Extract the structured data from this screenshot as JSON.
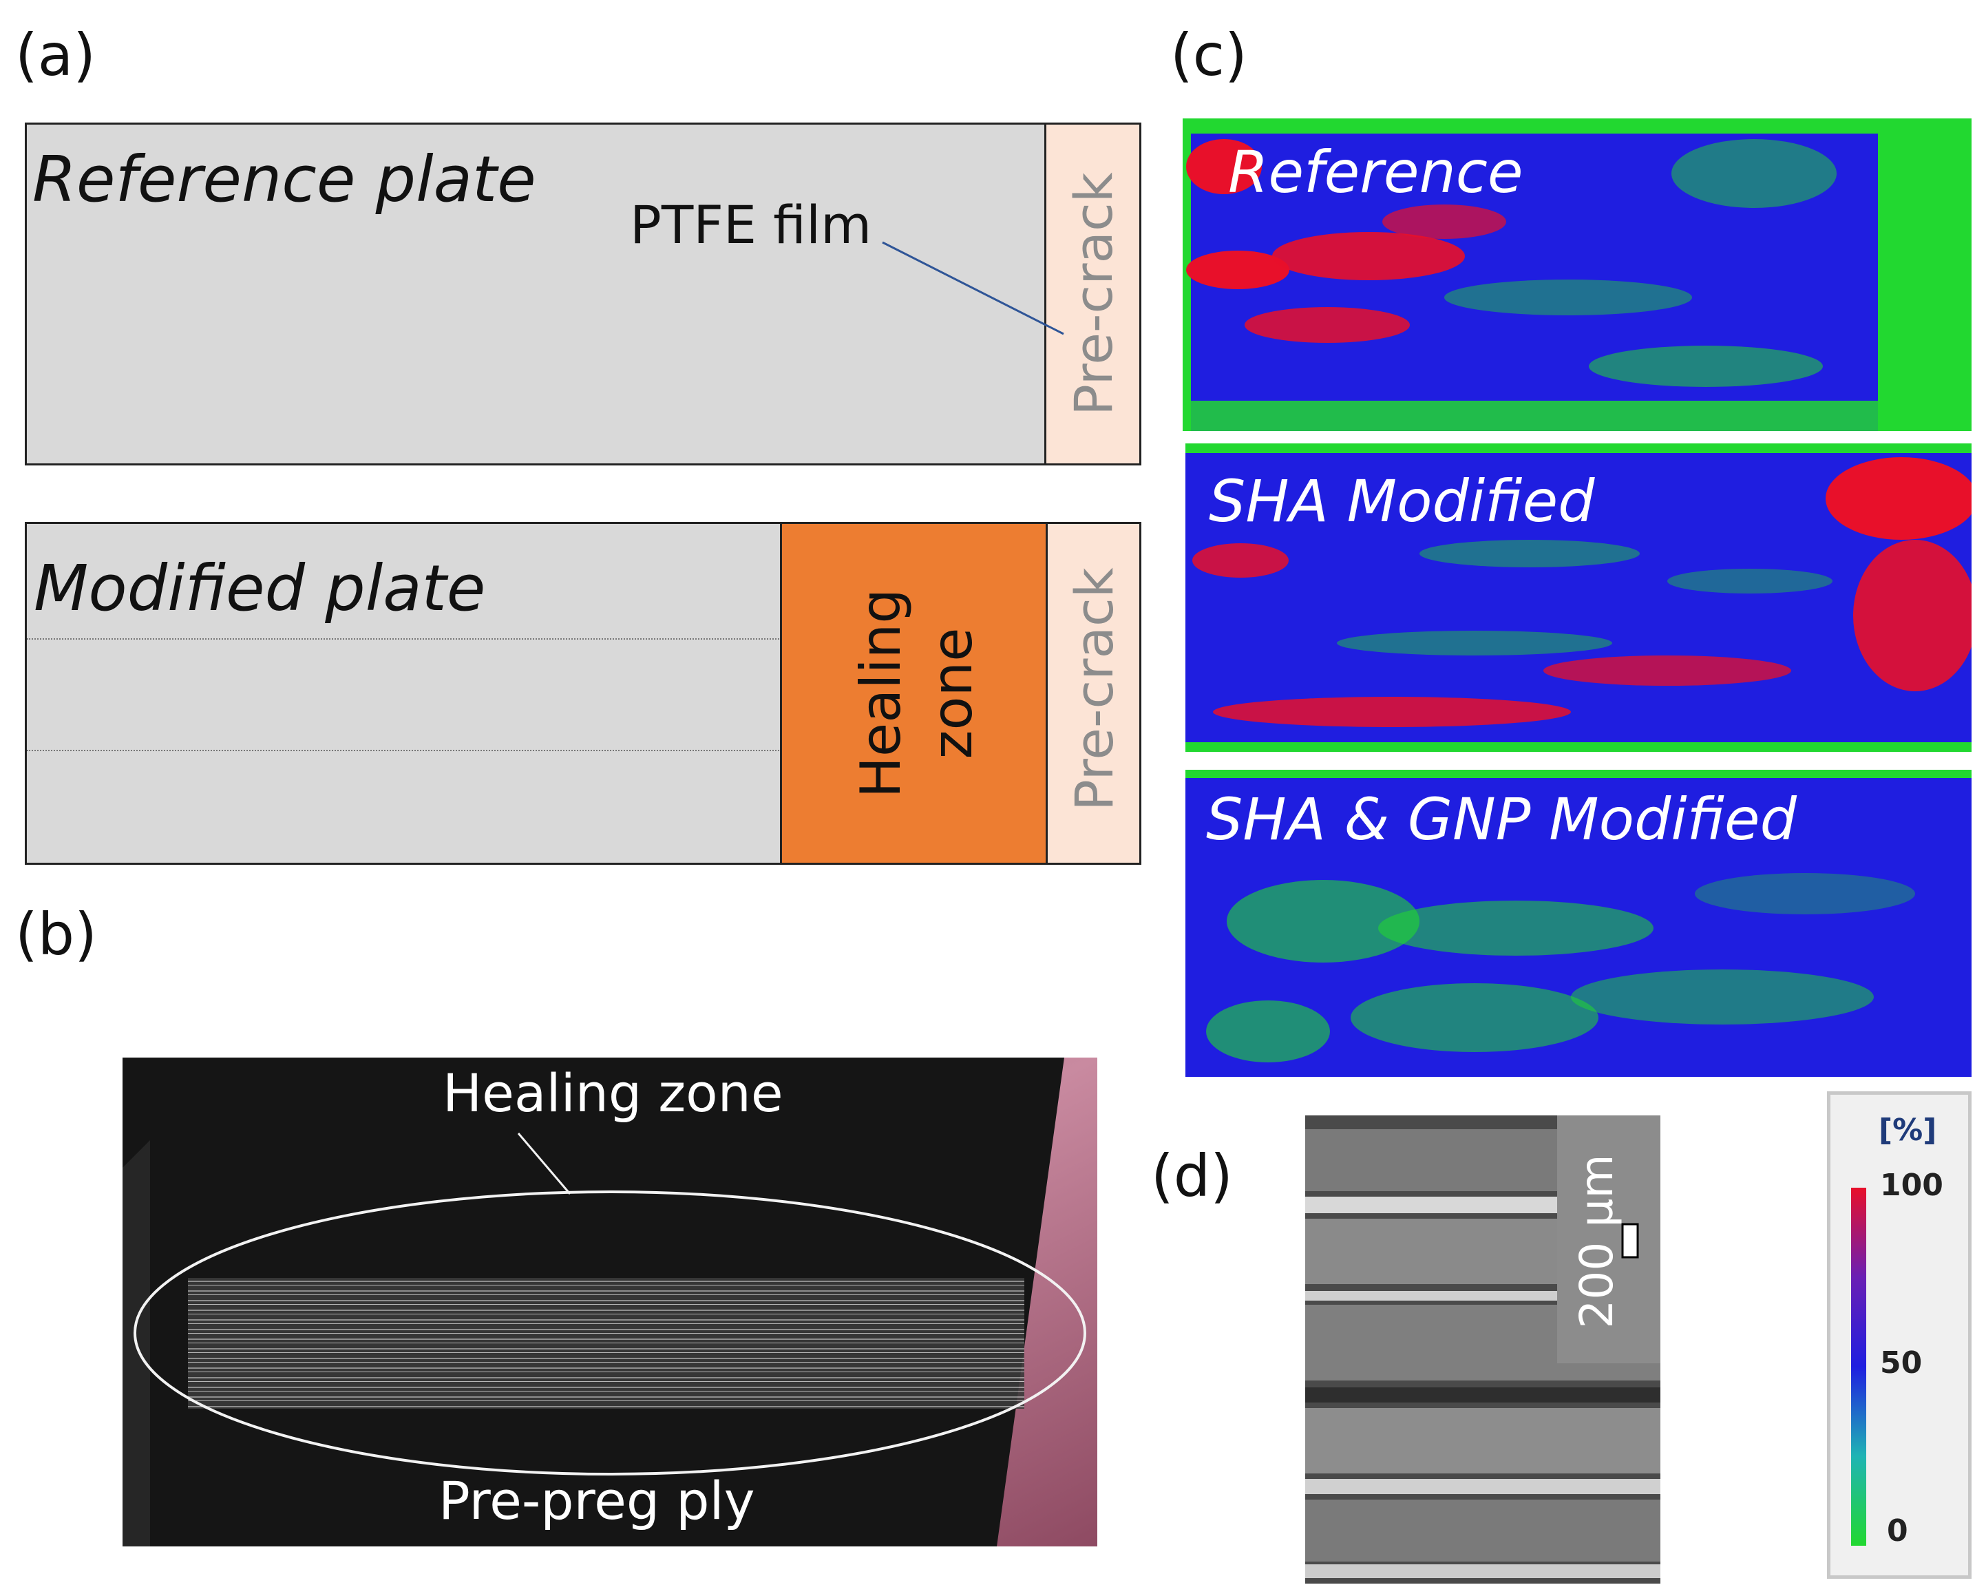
{
  "panels": {
    "a": {
      "letter": "(a)",
      "reference_plate": {
        "title": "Reference plate",
        "ptfe_label": "PTFE film",
        "precrack_label": "Pre-crack"
      },
      "modified_plate": {
        "title": "Modified plate",
        "healing_label_line1": "Healing",
        "healing_label_line2": "zone",
        "precrack_label": "Pre-crack"
      }
    },
    "b": {
      "letter": "(b)",
      "healing_zone_label": "Healing zone",
      "prepreg_label": "Pre-preg ply"
    },
    "c": {
      "letter": "(c)",
      "maps": [
        {
          "label": "Reference"
        },
        {
          "label": "SHA Modified"
        },
        {
          "label": "SHA & GNP Modified"
        }
      ]
    },
    "d": {
      "letter": "(d)",
      "scale_label": "200 µm"
    }
  },
  "legend": {
    "unit": "[%]",
    "ticks": [
      "100",
      "50",
      "0"
    ]
  },
  "colors": {
    "plate_grey": "#d9d9d9",
    "precrack_fill": "#fce4d6",
    "healing_orange": "#ed7d31",
    "map_red": "#e8102a",
    "map_blue": "#1f1ee0",
    "map_green": "#22d830",
    "ptfe_leader": "#2f5597"
  }
}
